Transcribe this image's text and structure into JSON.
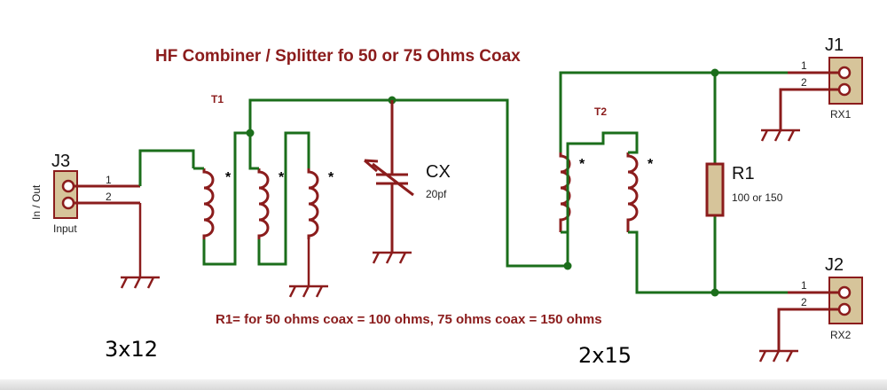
{
  "title": "HF Combiner / Splitter fo 50 or 75 Ohms Coax",
  "note": "R1= for 50 ohms coax = 100 ohms, 75 ohms coax = 150 ohms",
  "components": {
    "t1": {
      "label": "T1"
    },
    "t2": {
      "label": "T2"
    },
    "cx": {
      "label": "CX",
      "value": "20pf"
    },
    "r1": {
      "label": "R1",
      "value": "100 or 150"
    },
    "j1": {
      "label": "J1",
      "sublabel": "RX1",
      "pin1": "1",
      "pin2": "2"
    },
    "j2": {
      "label": "J2",
      "sublabel": "RX2",
      "pin1": "1",
      "pin2": "2"
    },
    "j3": {
      "label": "J3",
      "sublabel": "Input",
      "side_label": "In / Out",
      "pin1": "1",
      "pin2": "2"
    }
  },
  "phase_mark": "*",
  "winding_notes": {
    "t1": "3x12",
    "t2": "2x15"
  },
  "colors": {
    "wire": "#1b6e1b",
    "component": "#8b1c1c",
    "connector_pad": "#d6c49a"
  }
}
